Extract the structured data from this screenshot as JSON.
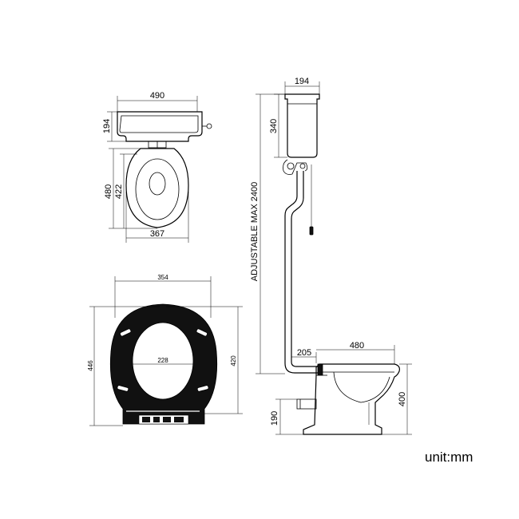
{
  "top_view": {
    "cistern_width": "490",
    "cistern_depth": "194",
    "pan_length": "480",
    "pan_inner_length": "422",
    "pan_width": "367"
  },
  "seat_view": {
    "seat_width": "354",
    "seat_opening": "228",
    "seat_length": "446",
    "seat_inner_length": "420"
  },
  "side_view": {
    "cistern_depth": "194",
    "cistern_height": "340",
    "adjustable_height": "ADJUSTABLE MAX 2400",
    "outlet_offset": "205",
    "pan_projection": "480",
    "pan_height": "400",
    "outlet_height": "190"
  },
  "unit_label": "unit:mm",
  "colors": {
    "line": "#000000",
    "background": "#ffffff",
    "seat": "#111111"
  }
}
